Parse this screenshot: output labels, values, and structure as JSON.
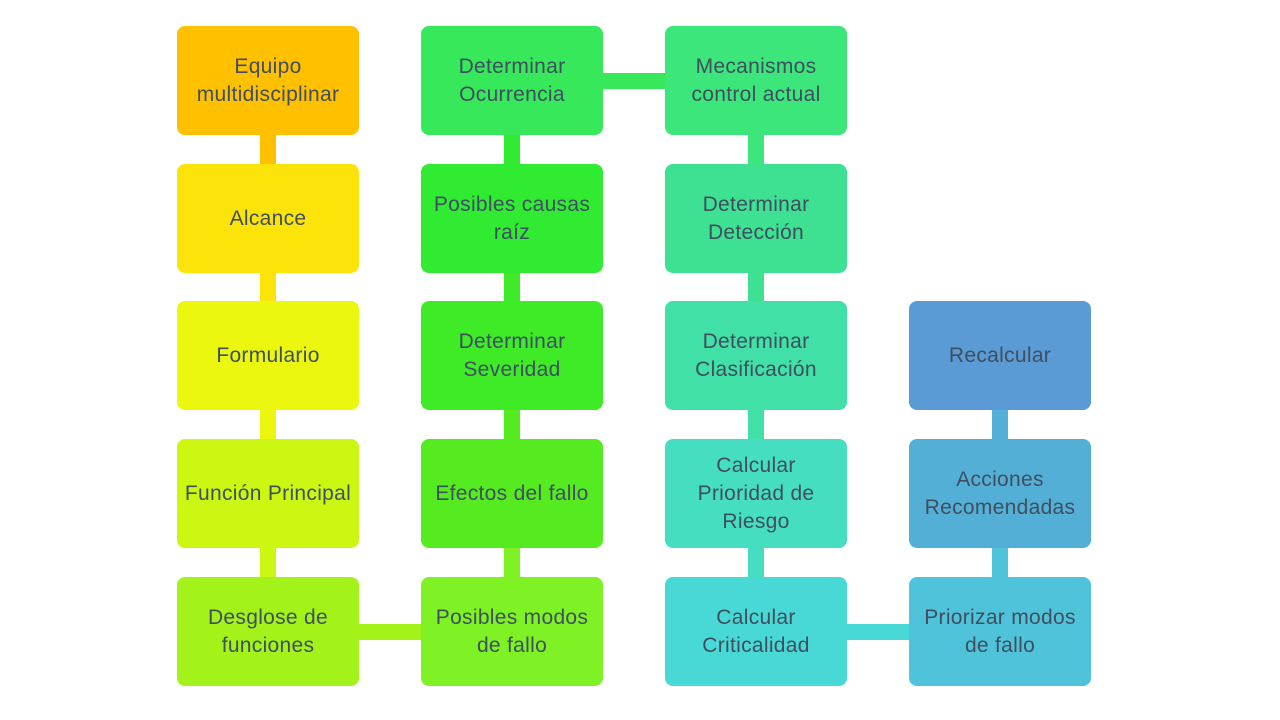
{
  "steps": [
    {
      "id": "equipo",
      "label": "Equipo multidisciplinar",
      "color": "#FFC000"
    },
    {
      "id": "alcance",
      "label": "Alcance",
      "color": "#FCE40A"
    },
    {
      "id": "formulario",
      "label": "Formulario",
      "color": "#EBF70F"
    },
    {
      "id": "funcion-principal",
      "label": "Función Principal",
      "color": "#CBF713"
    },
    {
      "id": "desglose",
      "label": "Desglose de funciones",
      "color": "#A3F219"
    },
    {
      "id": "posibles-modos",
      "label": "Posibles modos de fallo",
      "color": "#7EF224"
    },
    {
      "id": "efectos",
      "label": "Efectos del fallo",
      "color": "#56EB21"
    },
    {
      "id": "severidad",
      "label": "Determinar Severidad",
      "color": "#3FEB27"
    },
    {
      "id": "causas",
      "label": "Posibles causas raíz",
      "color": "#30EB32"
    },
    {
      "id": "ocurrencia",
      "label": "Determinar Ocurrencia",
      "color": "#36E85A"
    },
    {
      "id": "mecanismos",
      "label": "Mecanismos control actual",
      "color": "#3CE67A"
    },
    {
      "id": "deteccion",
      "label": "Determinar Detección",
      "color": "#3EE091"
    },
    {
      "id": "clasificacion",
      "label": "Determinar Clasificación",
      "color": "#40E0A6"
    },
    {
      "id": "prioridad",
      "label": "Calcular Prioridad de Riesgo",
      "color": "#45DEC0"
    },
    {
      "id": "criticalidad",
      "label": "Calcular Criticalidad",
      "color": "#48D9D6"
    },
    {
      "id": "priorizar",
      "label": "Priorizar modos de fallo",
      "color": "#4FC3D9"
    },
    {
      "id": "acciones",
      "label": "Acciones Recomendadas",
      "color": "#54AFD7"
    },
    {
      "id": "recalcular",
      "label": "Recalcular",
      "color": "#5A9BD5"
    }
  ]
}
